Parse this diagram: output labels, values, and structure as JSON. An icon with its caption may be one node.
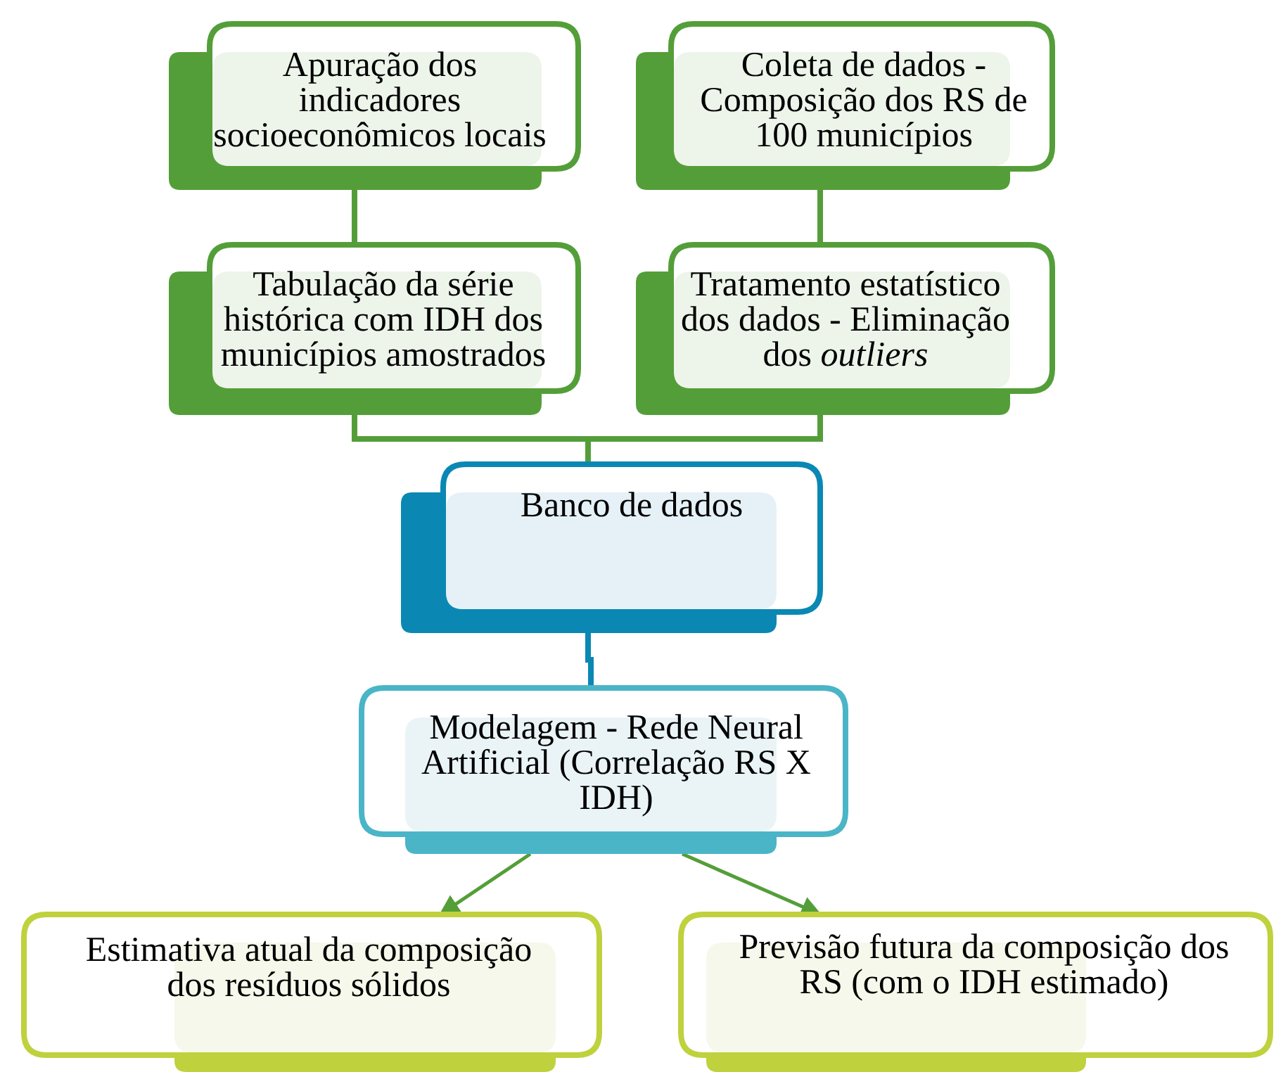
{
  "diagram": {
    "nodes": [
      {
        "text": [
          "Apuração dos indicadores socioeconômicos locais"
        ]
      },
      {
        "text": [
          "Coleta de dados - Composição dos RS de 100 municípios"
        ]
      },
      {
        "text": [
          "Tabulação da série histórica com IDH dos municípios amostrados"
        ]
      },
      {
        "text": [
          "Tratamento estatístico dos dados - Eliminação dos *outliers*"
        ]
      },
      {
        "text": [
          "Banco de dados"
        ]
      },
      {
        "text": [
          "Modelagem - Rede Neural Artificial (Correlação RS X IDH)"
        ]
      },
      {
        "text": [
          "Estimativa atual da composição dos resíduos sólidos"
        ]
      },
      {
        "text": [
          "Previsão futura da composição dos RS (com o IDH estimado)"
        ]
      }
    ],
    "edges": [
      {
        "from": 0,
        "to": 2,
        "arrow": "none"
      },
      {
        "from": 1,
        "to": 3,
        "arrow": "none"
      },
      {
        "from": 2,
        "to": 4,
        "arrow": "none"
      },
      {
        "from": 3,
        "to": 4,
        "arrow": "none"
      },
      {
        "from": 4,
        "to": 5,
        "arrow": "none",
        "color": "#0a88b3"
      },
      {
        "from": 5,
        "to": 6,
        "arrow": "to"
      },
      {
        "from": 5,
        "to": 7,
        "arrow": "to"
      }
    ]
  }
}
